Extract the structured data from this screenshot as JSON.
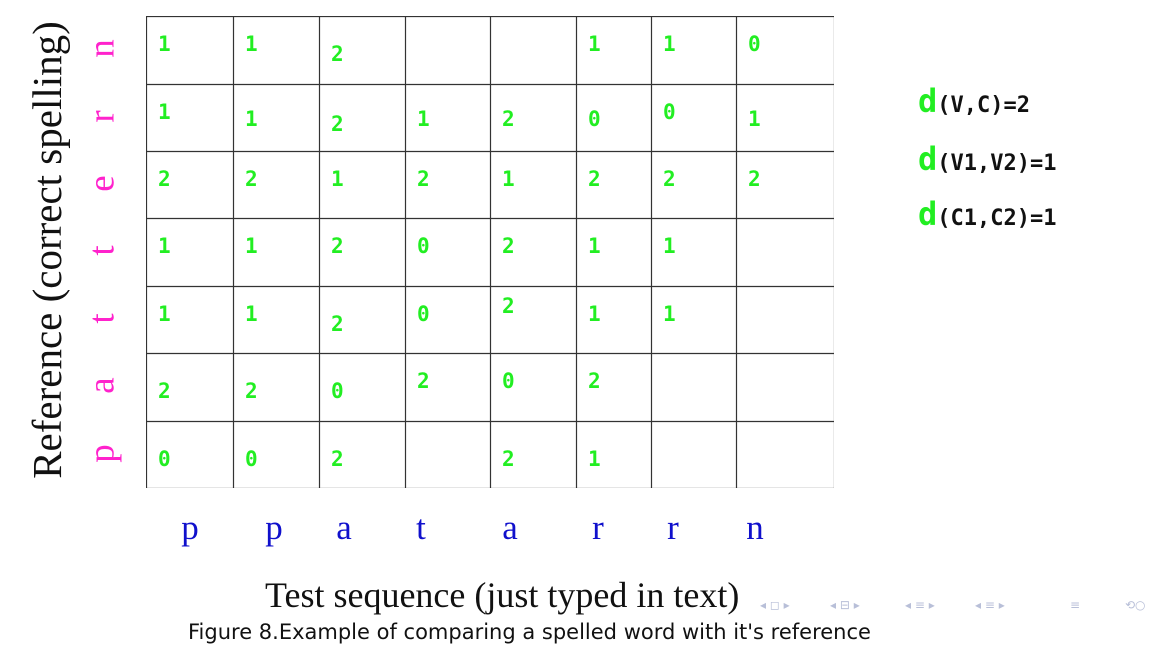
{
  "y_axis_label": "Reference (correct spelling)",
  "reference_letters_top_to_bottom": [
    "n",
    "r",
    "e",
    "t",
    "t",
    "a",
    "p"
  ],
  "test_letters": [
    "p",
    "p",
    "a",
    "t",
    "a",
    "r",
    "r",
    "n"
  ],
  "x_axis_label": "Test sequence (just typed in text)",
  "grid_rows": [
    [
      "1",
      "1",
      "2",
      "",
      "",
      "1",
      "1",
      "0"
    ],
    [
      "1",
      "1",
      "2",
      "1",
      "2",
      "0",
      "0",
      "1"
    ],
    [
      "2",
      "2",
      "1",
      "2",
      "1",
      "2",
      "2",
      "2"
    ],
    [
      "1",
      "1",
      "2",
      "0",
      "2",
      "1",
      "1",
      ""
    ],
    [
      "1",
      "1",
      "2",
      "0",
      "2",
      "1",
      "1",
      ""
    ],
    [
      "2",
      "2",
      "0",
      "2",
      "0",
      "2",
      "",
      ""
    ],
    [
      "0",
      "0",
      "2",
      "",
      "2",
      "1",
      "",
      ""
    ]
  ],
  "distances": [
    {
      "symbol": "d",
      "args": "(V,C)=2"
    },
    {
      "symbol": "d",
      "args": "(V1,V2)=1"
    },
    {
      "symbol": "d",
      "args": "(C1,C2)=1"
    }
  ],
  "caption": "Figure 8.Example of comparing a spelled word with it's reference",
  "colors": {
    "grid_numbers": "#22ee22",
    "reference_letters": "#ff22cc",
    "test_letters": "#1010cc",
    "grid_lines": "#333333"
  },
  "nav_icons": [
    "nav-prev-icon",
    "nav-frame-icon",
    "nav-section-icon",
    "nav-subsection-icon",
    "nav-menu-icon",
    "nav-search-icon"
  ]
}
